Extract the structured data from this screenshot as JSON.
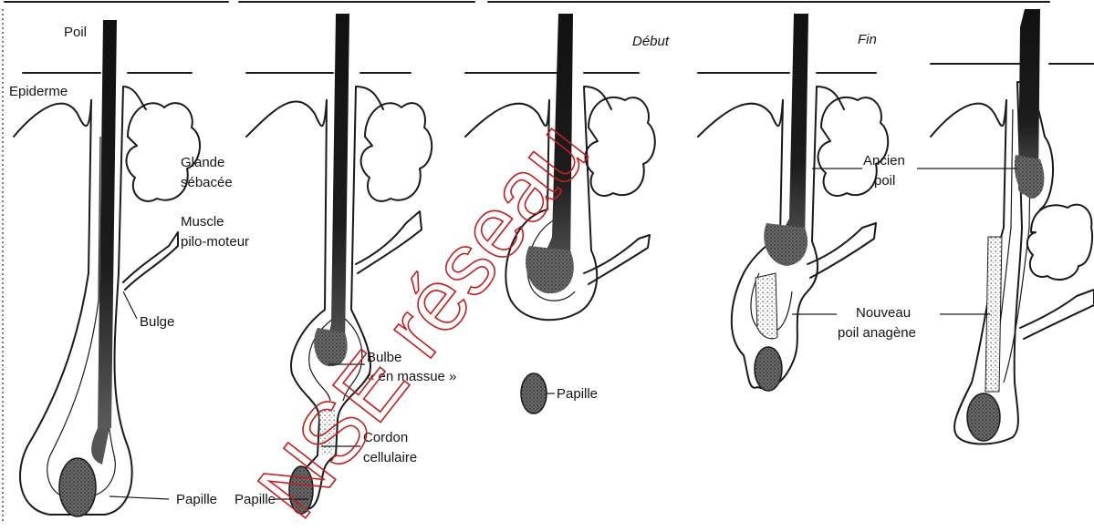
{
  "diagram": {
    "labels": {
      "poil": "Poil",
      "epiderme": "Epiderme",
      "glande_1": "Glande",
      "glande_2": "sébacée",
      "muscle_1": "Muscle",
      "muscle_2": "pilo-moteur",
      "bulge": "Bulge",
      "papille_1": "Papille",
      "bulbe_1": "Bulbe",
      "bulbe_2": "« en massue »",
      "cordon_1": "Cordon",
      "cordon_2": "cellulaire",
      "debut": "Début",
      "papille_2": "Papille",
      "fin": "Fin",
      "ancien_1": "Ancien",
      "ancien_2": "poil",
      "nouveau_1": "Nouveau",
      "nouveau_2": "poil anagène"
    },
    "watermark": "NSE réseau",
    "colors": {
      "ink": "#1a1a1a",
      "shaft": "#141414",
      "stipple": "#8a8a8a",
      "papilla": "#5a5a5a",
      "watermark": "#c41d1d"
    }
  }
}
